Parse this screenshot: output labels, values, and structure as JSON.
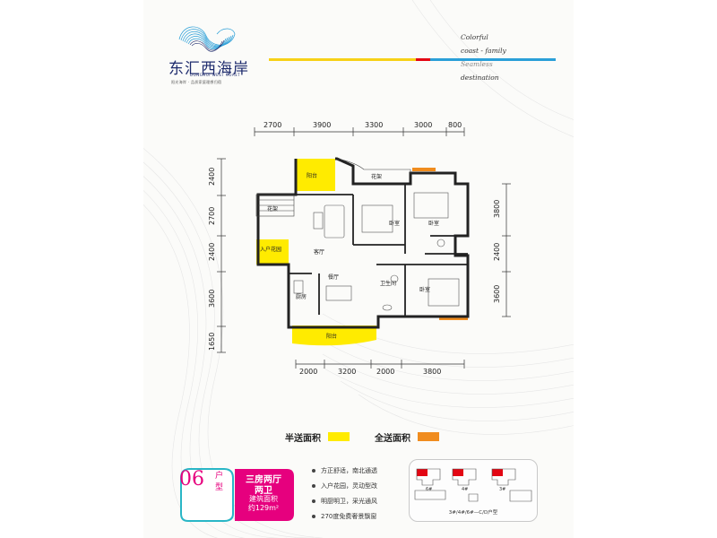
{
  "header": {
    "logo_text": "东汇西海岸",
    "logo_sub_en": "DONGHUI WEST COAST",
    "logo_sub_cn": "阳光海岸 · 品质家庭理想归宿",
    "slogan_lines": [
      "Colorful",
      "coast - family",
      "Seamless",
      "destination"
    ],
    "stripe_colors": [
      "#f7d117",
      "#e30613",
      "#2a9fd8"
    ]
  },
  "plan": {
    "top_dims": [
      "2700",
      "3900",
      "3300",
      "3000",
      "800"
    ],
    "bottom_dims": [
      "2000",
      "3200",
      "2000",
      "3800"
    ],
    "left_dims": [
      "2400",
      "2700",
      "2400",
      "3600",
      "1650"
    ],
    "right_dims": [
      "3800",
      "2400",
      "3600"
    ],
    "rooms": {
      "balcony_top": "阳台",
      "flower_rack_top": "花架",
      "flower_rack_left": "花架",
      "entry_garden": "入户花园",
      "living_room": "客厅",
      "bedroom_1": "卧室",
      "bedroom_2": "卧室",
      "bedroom_3": "卧室",
      "dining_room": "餐厅",
      "bathroom": "卫生间",
      "kitchen": "厨房",
      "balcony_bottom": "阳台"
    },
    "colors": {
      "half_area": "#ffeb00",
      "full_area": "#f08c1e"
    }
  },
  "legend": {
    "half": {
      "label": "半送面积",
      "color": "#ffeb00"
    },
    "full": {
      "label": "全送面积",
      "color": "#f08c1e"
    }
  },
  "badge": {
    "unit_number": "06",
    "unit_suffix_1": "户",
    "unit_suffix_2": "型",
    "type_line_1": "三房两厅",
    "type_line_2": "两卫",
    "area_line_1": "建筑面积",
    "area_line_2": "约129m²",
    "colors": {
      "magenta": "#e6007e",
      "teal": "#29b6c6",
      "white": "#ffffff"
    }
  },
  "features": [
    "方正舒适，南北通透",
    "入户花园，灵动型改",
    "明厨明卫，采光通风",
    "270度免费奢景飘窗"
  ],
  "keyplan": {
    "building_labels": [
      "6#",
      "4#",
      "3#"
    ],
    "caption": "3#/4#/6#—C/D户型",
    "highlight_color": "#e30613"
  }
}
